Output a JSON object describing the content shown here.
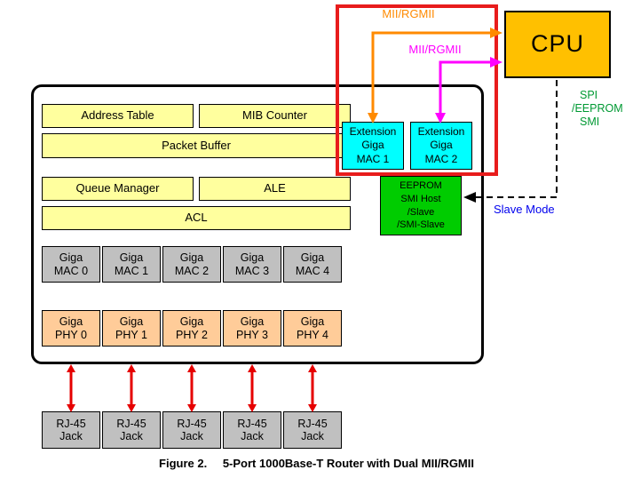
{
  "caption": {
    "prefix": "Figure 2.",
    "text": "5-Port 1000Base-T Router with Dual MII/RGMII"
  },
  "cpu_label": "CPU",
  "router": {
    "address_table": "Address Table",
    "mib_counter": "MIB Counter",
    "packet_buffer": "Packet Buffer",
    "queue_manager": "Queue Manager",
    "ale": "ALE",
    "acl": "ACL",
    "giga_macs": [
      {
        "l1": "Giga",
        "l2": "MAC 0"
      },
      {
        "l1": "Giga",
        "l2": "MAC 1"
      },
      {
        "l1": "Giga",
        "l2": "MAC 2"
      },
      {
        "l1": "Giga",
        "l2": "MAC 3"
      },
      {
        "l1": "Giga",
        "l2": "MAC 4"
      }
    ],
    "giga_phys": [
      {
        "l1": "Giga",
        "l2": "PHY 0"
      },
      {
        "l1": "Giga",
        "l2": "PHY 1"
      },
      {
        "l1": "Giga",
        "l2": "PHY 2"
      },
      {
        "l1": "Giga",
        "l2": "PHY 3"
      },
      {
        "l1": "Giga",
        "l2": "PHY 4"
      }
    ]
  },
  "extension_macs": [
    {
      "l1": "Extension",
      "l2": "Giga",
      "l3": "MAC 1"
    },
    {
      "l1": "Extension",
      "l2": "Giga",
      "l3": "MAC 2"
    }
  ],
  "eeprom": {
    "l1": "EEPROM",
    "l2": "SMI Host",
    "l3": "/Slave",
    "l4": "/SMI-Slave"
  },
  "jacks": [
    {
      "l1": "RJ-45",
      "l2": "Jack"
    },
    {
      "l1": "RJ-45",
      "l2": "Jack"
    },
    {
      "l1": "RJ-45",
      "l2": "Jack"
    },
    {
      "l1": "RJ-45",
      "l2": "Jack"
    },
    {
      "l1": "RJ-45",
      "l2": "Jack"
    }
  ],
  "arrows": {
    "mii_rgmii_top": "MII/RGMII",
    "mii_rgmii_bottom": "MII/RGMII",
    "spi_l1": "SPI",
    "spi_l2": "/EEPROM",
    "spi_l3": "SMI",
    "slave_mode": "Slave Mode"
  },
  "colors": {
    "yellow_block": "#ffff9e",
    "gray_block": "#c0c0c0",
    "phy_block": "#ffcc99",
    "extension_block": "#00ffff",
    "eeprom_block": "#00cc00",
    "cpu_block": "#ffc000",
    "highlight_border": "#e81c1c",
    "red_arrow": "#e60000",
    "orange_arrow": "#ff8a00",
    "magenta_arrow": "#ff00ff",
    "slave_mode_text": "#0000ee",
    "spi_text": "#009933"
  }
}
